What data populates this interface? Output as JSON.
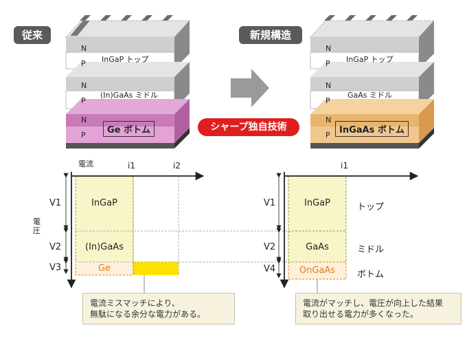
{
  "labels": {
    "conventional": "従来",
    "new_structure": "新規構造",
    "sharp_tech": "シャープ独自技術"
  },
  "conventional_cell": {
    "layers": [
      {
        "n": "N",
        "p": "P",
        "name": "InGaP トップ"
      },
      {
        "n": "N",
        "p": "P",
        "name": "(In)GaAs ミドル"
      },
      {
        "n": "N",
        "p": "P",
        "name": "Ge ボトム"
      }
    ]
  },
  "new_cell": {
    "layers": [
      {
        "n": "N",
        "p": "P",
        "name": "InGaP トップ"
      },
      {
        "n": "N",
        "p": "P",
        "name": "GaAs ミドル"
      },
      {
        "n": "N",
        "p": "P",
        "name": "InGaAs ボトム"
      }
    ]
  },
  "left_graph": {
    "x_axis": "電流",
    "y_axis": "電圧",
    "i1": "i1",
    "i2": "i2",
    "v1": "V1",
    "v2": "V2",
    "v3": "V3",
    "blocks": [
      "InGaP",
      "(In)GaAs",
      "Ge"
    ]
  },
  "right_graph": {
    "i1": "i1",
    "v1": "V1",
    "v2": "V2",
    "v4": "V4",
    "blocks": [
      "InGaP",
      "GaAs",
      "OnGaAs"
    ],
    "side_labels": [
      "トップ",
      "ミドル",
      "ボトム"
    ]
  },
  "notes": {
    "left": [
      "電流ミスマッチにより、",
      "無駄になる余分な電力がある。"
    ],
    "right": [
      "電流がマッチし、電圧が向上した結果",
      "取り出せる電力が多くなった。"
    ]
  },
  "colors": {
    "pink": "#d98ec9",
    "orange": "#f0c48a",
    "yellow_fill": "#f8f5c8",
    "green_dash": "#7fa62a",
    "orange_dash": "#e07e1e",
    "yellow_bar": "#ffe100"
  }
}
